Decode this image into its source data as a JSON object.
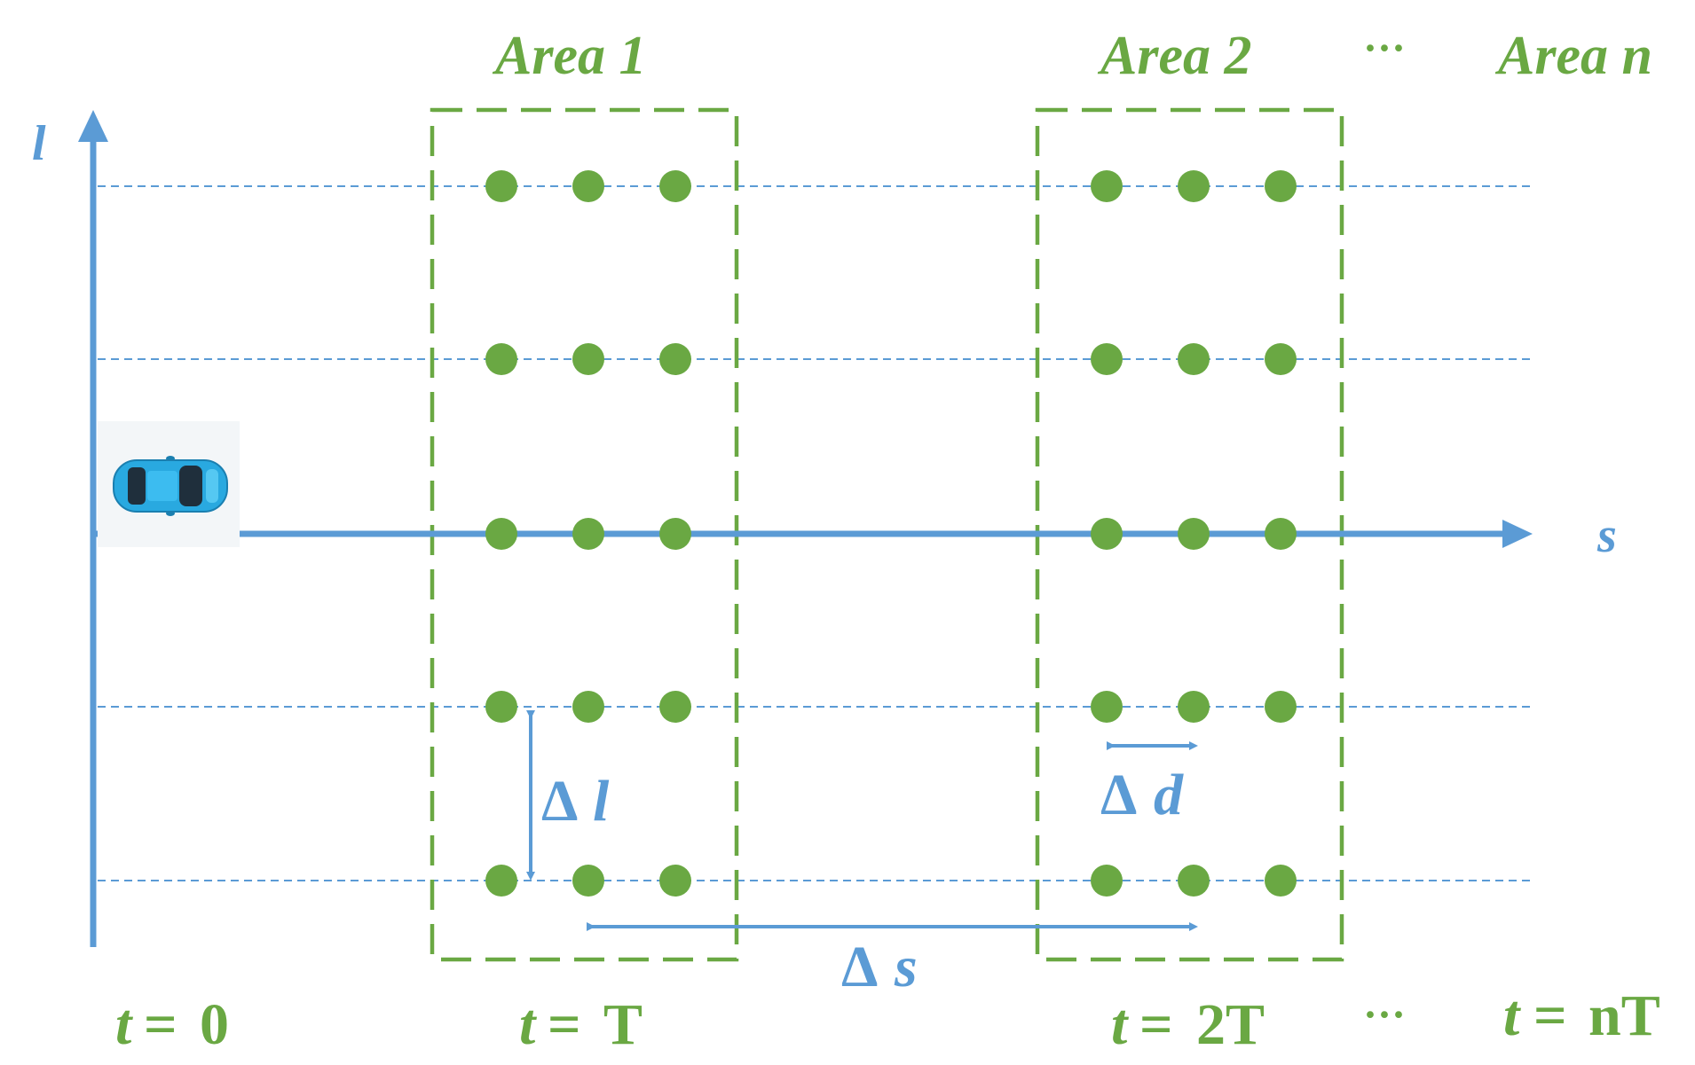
{
  "axes": {
    "vertical_label": "l",
    "horizontal_label": "s"
  },
  "areas": [
    {
      "label": "Area 1",
      "time_label": "T"
    },
    {
      "label": "Area 2",
      "time_label": "2T"
    },
    {
      "label": "Area n",
      "time_label": "nT"
    }
  ],
  "time_origin": {
    "var": "t",
    "value": "0"
  },
  "time_var": "t",
  "ellipsis": "···",
  "deltas": {
    "l": {
      "symbol": "Δ",
      "var": "l"
    },
    "d": {
      "symbol": "Δ",
      "var": "d"
    },
    "s": {
      "symbol": "Δ",
      "var": "s"
    }
  },
  "vehicle": {
    "icon": "car-icon",
    "color": "#29a9e0"
  },
  "colors": {
    "axis": "#5b9bd5",
    "area": "#6aa843",
    "point": "#6aa843",
    "text_green": "#6aa843",
    "text_blue": "#5b9bd5"
  },
  "grid": {
    "rows": 5,
    "points_per_row": 3
  }
}
